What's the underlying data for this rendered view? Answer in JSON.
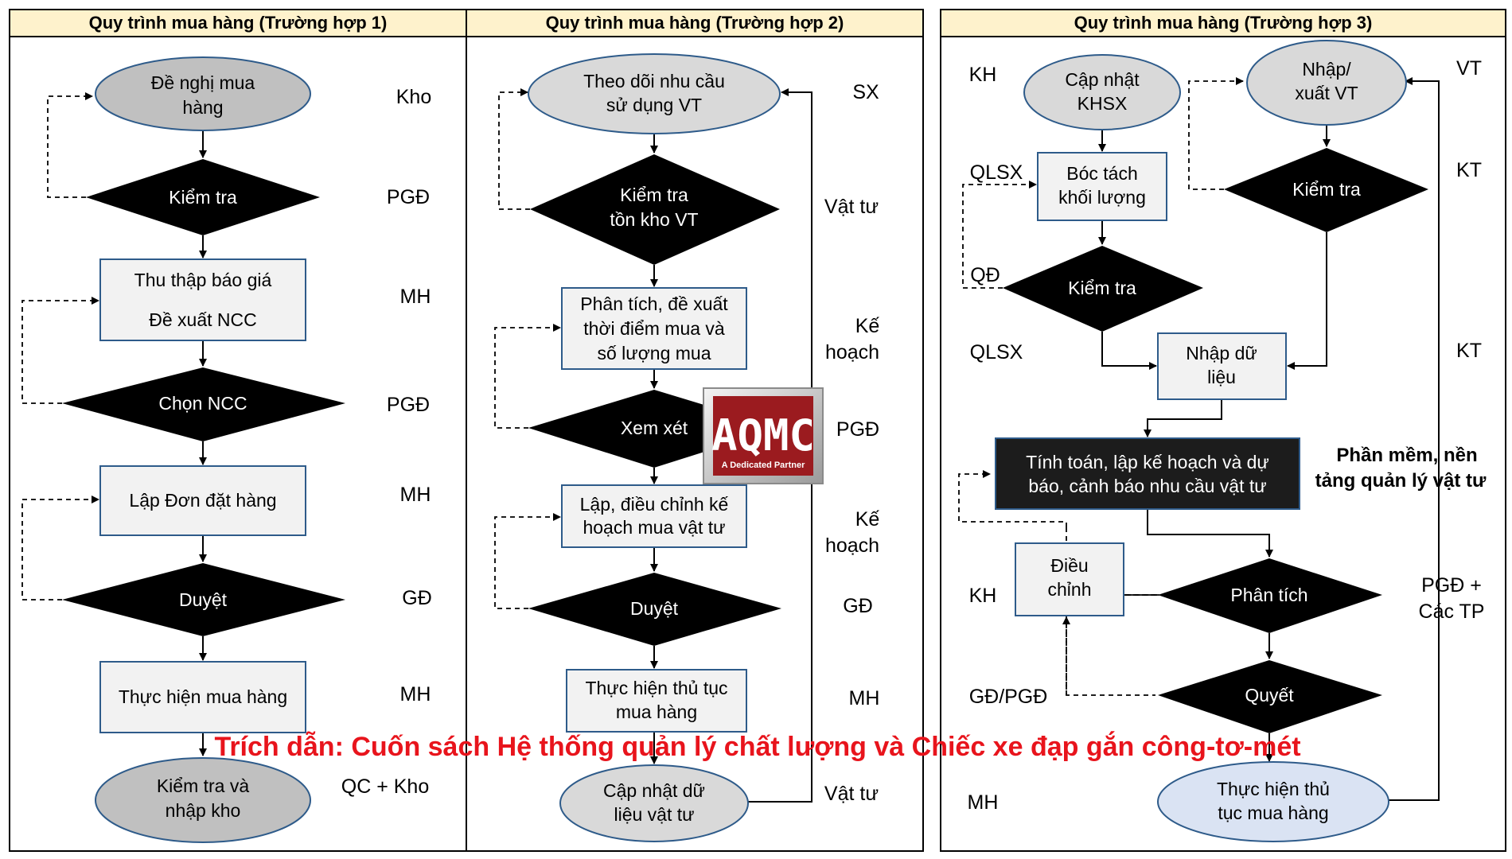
{
  "panels": [
    {
      "title": "Quy trình mua hàng (Trường hợp 1)"
    },
    {
      "title": "Quy trình mua hàng (Trường hợp 2)"
    },
    {
      "title": "Quy trình mua hàng (Trường hợp 3)"
    }
  ],
  "case1": {
    "nodes": [
      {
        "lines": [
          "Đề nghị mua",
          "hàng"
        ]
      },
      {
        "lines": [
          "Kiểm tra"
        ]
      },
      {
        "lines": [
          "Thu thập báo giá",
          "Đề xuất NCC"
        ]
      },
      {
        "lines": [
          "Chọn NCC"
        ]
      },
      {
        "lines": [
          "Lập Đơn đặt hàng"
        ]
      },
      {
        "lines": [
          "Duyệt"
        ]
      },
      {
        "lines": [
          "Thực hiện mua hàng"
        ]
      },
      {
        "lines": [
          "Kiểm tra và",
          "nhập kho"
        ]
      }
    ],
    "roles": [
      {
        "lines": [
          "Kho"
        ]
      },
      {
        "lines": [
          "PGĐ"
        ]
      },
      {
        "lines": [
          "MH"
        ]
      },
      {
        "lines": [
          "PGĐ"
        ]
      },
      {
        "lines": [
          "MH"
        ]
      },
      {
        "lines": [
          "GĐ"
        ]
      },
      {
        "lines": [
          "MH"
        ]
      },
      {
        "lines": [
          "QC + Kho"
        ]
      }
    ]
  },
  "case2": {
    "nodes": [
      {
        "lines": [
          "Theo dõi nhu cầu",
          "sử dụng VT"
        ]
      },
      {
        "lines": [
          "Kiểm tra",
          "tồn kho VT"
        ]
      },
      {
        "lines": [
          "Phân tích, đề xuất",
          "thời điểm mua và",
          "số lượng mua"
        ]
      },
      {
        "lines": [
          "Xem xét"
        ]
      },
      {
        "lines": [
          "Lập, điều chỉnh kế",
          "hoạch mua vật tư"
        ]
      },
      {
        "lines": [
          "Duyệt"
        ]
      },
      {
        "lines": [
          "Thực hiện thủ tục",
          "mua hàng"
        ]
      },
      {
        "lines": [
          "Cập nhật dữ",
          "liệu vật tư"
        ]
      }
    ],
    "roles": [
      {
        "lines": [
          "SX"
        ]
      },
      {
        "lines": [
          "Vật tư"
        ]
      },
      {
        "lines": [
          "Kế",
          "hoạch"
        ]
      },
      {
        "lines": [
          "PGĐ"
        ]
      },
      {
        "lines": [
          "Kế",
          "hoạch"
        ]
      },
      {
        "lines": [
          "GĐ"
        ]
      },
      {
        "lines": [
          "MH"
        ]
      },
      {
        "lines": [
          "Vật tư"
        ]
      }
    ]
  },
  "case3": {
    "nodes": [
      {
        "lines": [
          "Cập nhật",
          "KHSX"
        ]
      },
      {
        "lines": [
          "Nhập/",
          "xuất VT"
        ]
      },
      {
        "lines": [
          "Bóc tách",
          "khối lượng"
        ]
      },
      {
        "lines": [
          "Kiểm tra"
        ]
      },
      {
        "lines": [
          "Kiểm tra"
        ]
      },
      {
        "lines": [
          "Nhập dữ",
          "liệu"
        ]
      },
      {
        "lines": [
          "Tính toán, lập kế hoạch và dự",
          "báo, cảnh báo nhu cầu vật tư"
        ]
      },
      {
        "lines": [
          "Điều",
          "chỉnh"
        ]
      },
      {
        "lines": [
          "Phân tích"
        ]
      },
      {
        "lines": [
          "Quyết"
        ]
      },
      {
        "lines": [
          "Thực hiện thủ",
          "tục mua hàng"
        ]
      }
    ],
    "roles": [
      {
        "lines": [
          "KH"
        ]
      },
      {
        "lines": [
          "VT"
        ]
      },
      {
        "lines": [
          "QLSX"
        ]
      },
      {
        "lines": [
          "KT"
        ]
      },
      {
        "lines": [
          "QĐ"
        ]
      },
      {
        "lines": [
          "QLSX"
        ]
      },
      {
        "lines": [
          "KT"
        ]
      },
      {
        "lines": [
          "KH"
        ]
      },
      {
        "lines": [
          "PGĐ +",
          "Các TP"
        ]
      },
      {
        "lines": [
          "GĐ/PGĐ"
        ]
      },
      {
        "lines": [
          "MH"
        ]
      }
    ],
    "software_label": {
      "lines": [
        "Phần mềm, nền",
        "tảng quản lý vật tư"
      ]
    }
  },
  "logo": {
    "text": "AQMC",
    "tagline": "A Dedicated Partner",
    "color": "#9b1b1f"
  },
  "citation": "Trích dẫn: Cuốn sách Hệ thống quản lý chất lượng và Chiếc xe đạp gắn công-tơ-mét",
  "colors": {
    "ellipse_gray": "#c0c0c0",
    "ellipse_light": "#d9d9d9",
    "ellipse_blue": "#dae3f3",
    "box_fill": "#f2f2f2",
    "box_stroke": "#2e5b8a",
    "title_fill": "#fef2cc",
    "diamond": "#000000",
    "citation": "#e8141c"
  }
}
